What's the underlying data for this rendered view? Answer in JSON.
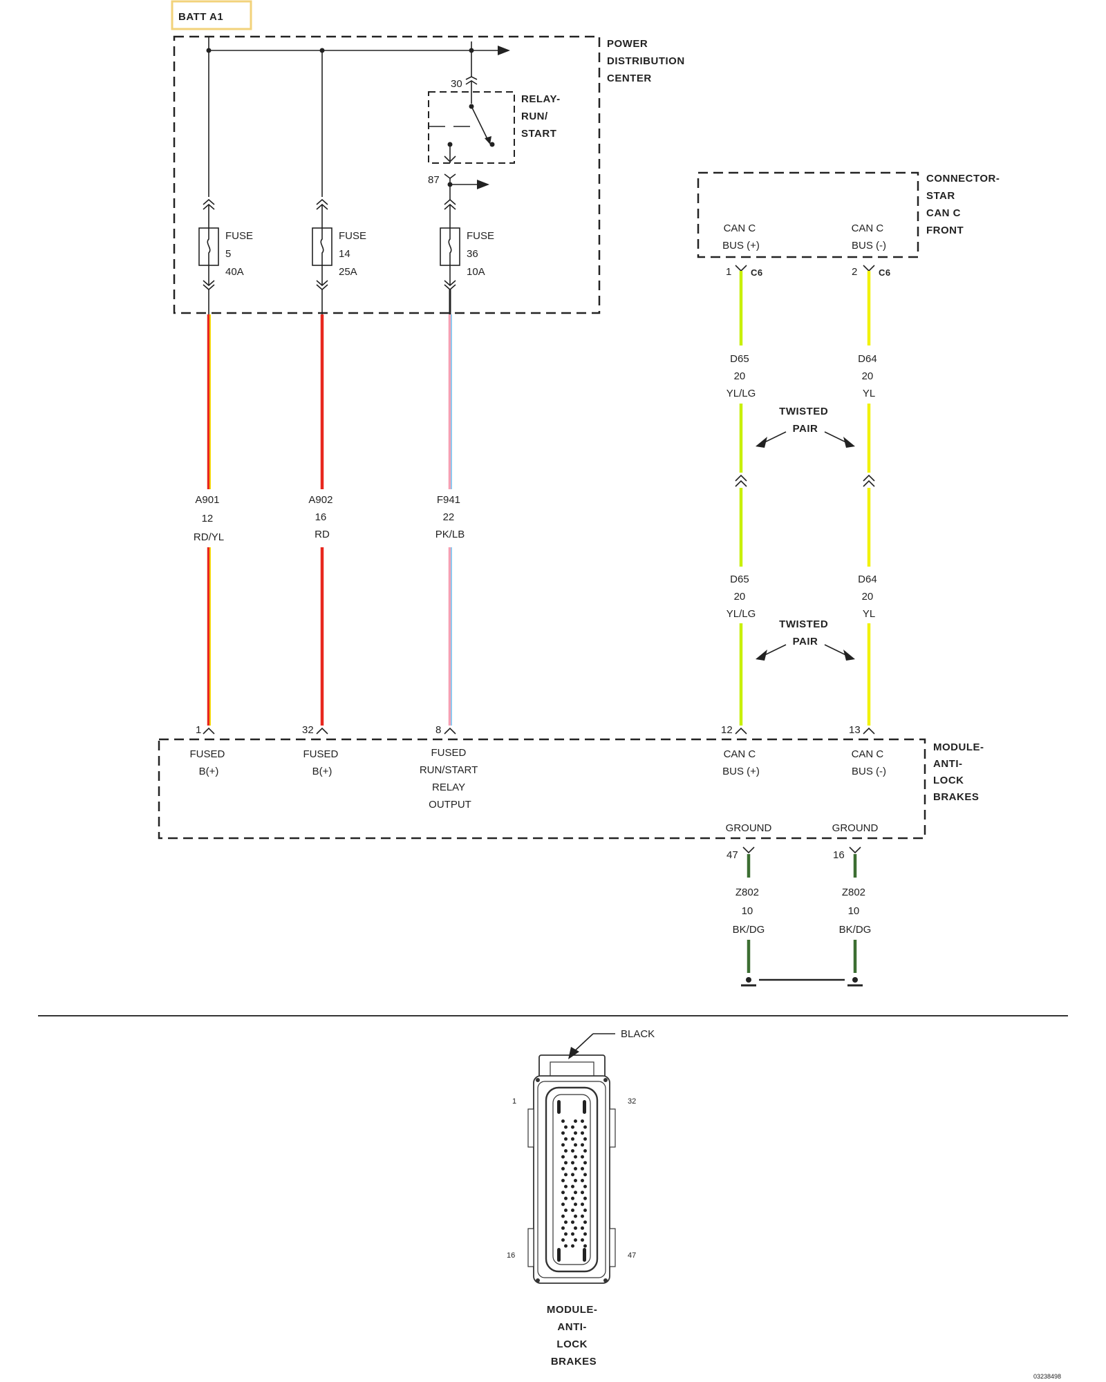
{
  "batt_label": "BATT A1",
  "pdc": {
    "lines": [
      "POWER",
      "DISTRIBUTION",
      "CENTER"
    ]
  },
  "relay": {
    "lines": [
      "RELAY-",
      "RUN/",
      "START"
    ],
    "pin_in": "30",
    "pin_out": "87"
  },
  "fuses": [
    {
      "lines": [
        "FUSE",
        "5",
        "40A"
      ]
    },
    {
      "lines": [
        "FUSE",
        "14",
        "25A"
      ]
    },
    {
      "lines": [
        "FUSE",
        "36",
        "10A"
      ]
    }
  ],
  "power_wires": [
    {
      "lines": [
        "A901",
        "12",
        "RD/YL"
      ],
      "pin": "1",
      "func": [
        "FUSED",
        "B(+)"
      ],
      "colors": [
        "#e8271e",
        "#f5d20a"
      ]
    },
    {
      "lines": [
        "A902",
        "16",
        "RD"
      ],
      "pin": "32",
      "func": [
        "FUSED",
        "B(+)"
      ],
      "colors": [
        "#e8271e"
      ]
    },
    {
      "lines": [
        "F941",
        "22",
        "PK/LB"
      ],
      "pin": "8",
      "func": [
        "FUSED",
        "RUN/START",
        "RELAY",
        "OUTPUT"
      ],
      "colors": [
        "#f4a0b4",
        "#8ec9ee"
      ]
    }
  ],
  "star_connector": {
    "lines": [
      "CONNECTOR-",
      "STAR",
      "CAN C",
      "FRONT"
    ],
    "connector_id": "C6",
    "pins": [
      {
        "pin": "1",
        "func": [
          "CAN C",
          "BUS (+)"
        ]
      },
      {
        "pin": "2",
        "func": [
          "CAN C",
          "BUS (-)"
        ]
      }
    ]
  },
  "can_wires": [
    {
      "upper": [
        "D65",
        "20",
        "YL/LG"
      ],
      "lower": [
        "D65",
        "20",
        "YL/LG"
      ],
      "pin": "12",
      "func": [
        "CAN C",
        "BUS (+)"
      ],
      "colors": [
        "#c8f00a"
      ]
    },
    {
      "upper": [
        "D64",
        "20",
        "YL"
      ],
      "lower": [
        "D64",
        "20",
        "YL"
      ],
      "pin": "13",
      "func": [
        "CAN C",
        "BUS (-)"
      ],
      "colors": [
        "#f2f20c"
      ]
    }
  ],
  "twisted_pair": [
    "TWISTED",
    "PAIR"
  ],
  "abs_module": {
    "lines": [
      "MODULE-",
      "ANTI-",
      "LOCK",
      "BRAKES"
    ]
  },
  "grounds": [
    {
      "label": "GROUND",
      "pin": "47",
      "lines": [
        "Z802",
        "10",
        "BK/DG"
      ]
    },
    {
      "label": "GROUND",
      "pin": "16",
      "lines": [
        "Z802",
        "10",
        "BK/DG"
      ]
    }
  ],
  "ground_wire_color": "#3c6e32",
  "connector_view": {
    "color_label": "BLACK",
    "pins": {
      "top_left": "1",
      "top_right": "32",
      "bottom_left": "16",
      "bottom_right": "47"
    },
    "title_lines": [
      "MODULE-",
      "ANTI-",
      "LOCK",
      "BRAKES"
    ]
  },
  "figure_id": "03238498"
}
